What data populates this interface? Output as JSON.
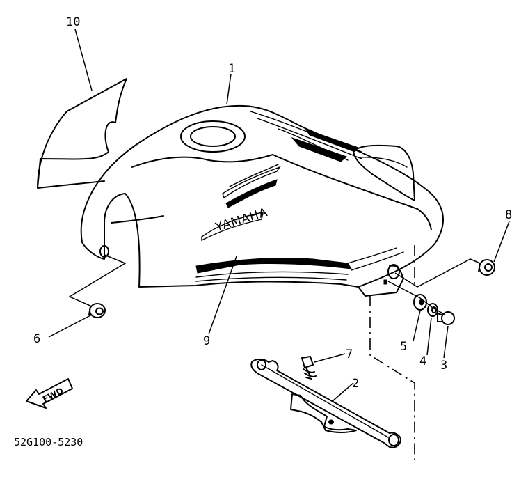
{
  "diagram": {
    "brand_text": "YAMAHA",
    "direction_label": "FWD",
    "figure_code": "52G100-5230",
    "callouts": [
      "10",
      "1",
      "8",
      "6",
      "9",
      "5",
      "4",
      "3",
      "7",
      "2"
    ]
  }
}
